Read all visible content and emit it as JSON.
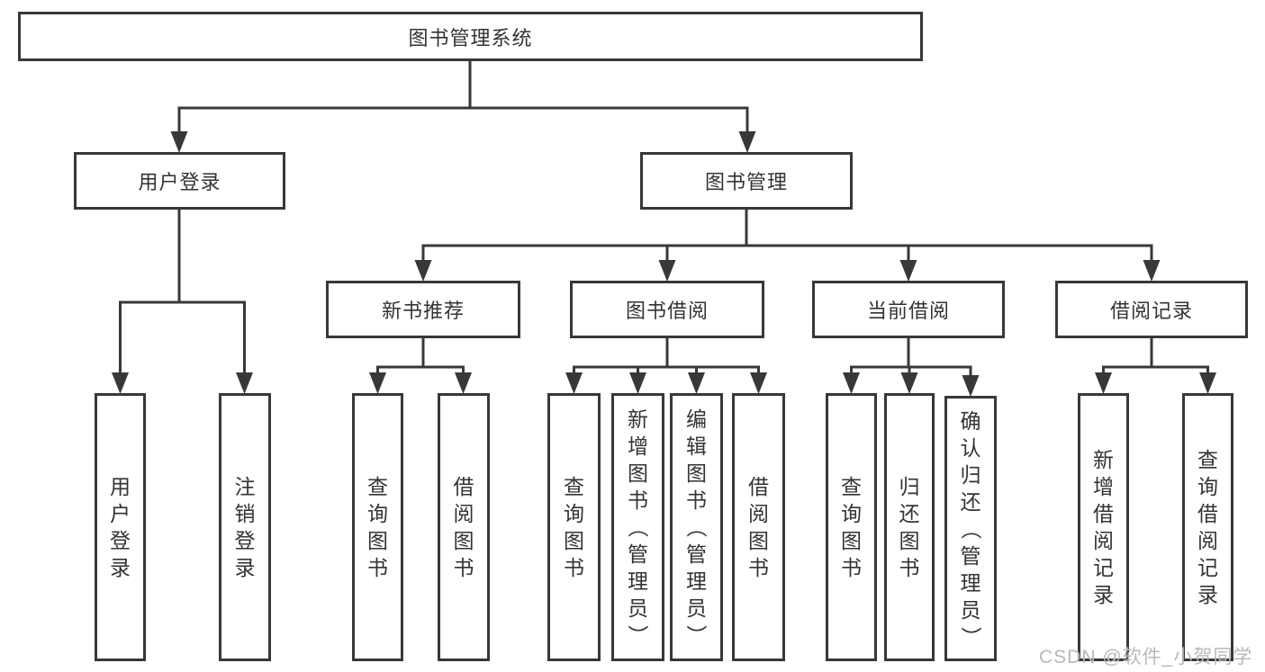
{
  "diagram": {
    "root": {
      "label": "图书管理系统"
    },
    "branches": [
      {
        "label": "用户登录",
        "children": [
          {
            "label": "用户登录"
          },
          {
            "label": "注销登录"
          }
        ]
      },
      {
        "label": "图书管理",
        "children": [
          {
            "label": "新书推荐",
            "children": [
              {
                "label": "查询图书"
              },
              {
                "label": "借阅图书"
              }
            ]
          },
          {
            "label": "图书借阅",
            "children": [
              {
                "label": "查询图书"
              },
              {
                "label": "新增图书（管理员）"
              },
              {
                "label": "编辑图书（管理员）"
              },
              {
                "label": "借阅图书"
              }
            ]
          },
          {
            "label": "当前借阅",
            "children": [
              {
                "label": "查询图书"
              },
              {
                "label": "归还图书"
              },
              {
                "label": "确认归还（管理员）"
              }
            ]
          },
          {
            "label": "借阅记录",
            "children": [
              {
                "label": "新增借阅记录"
              },
              {
                "label": "查询借阅记录"
              }
            ]
          }
        ]
      }
    ],
    "colors": {
      "line": "#383838",
      "text": "#333333",
      "background": "#ffffff",
      "watermark": "#b5b9bf"
    }
  },
  "watermark": {
    "text": "CSDN @软件_小贺同学"
  }
}
